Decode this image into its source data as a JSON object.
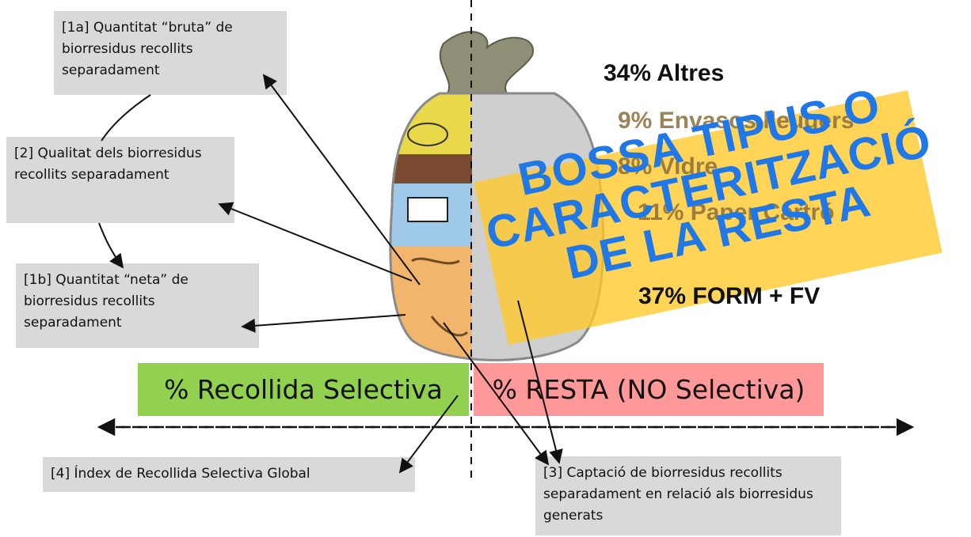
{
  "boxes": {
    "b1a": "[1a] Quantitat “bruta” de biorresidus recollits separadament",
    "b2": "[2] Qualitat dels biorresidus recollits separadament",
    "b1b": "[1b] Quantitat “neta” de biorresidus recollits separadament",
    "b4": "[4] Índex de Recollida Selectiva Global",
    "b3": "[3] Captació de biorresidus recollits separadament en relació als biorresidus generats"
  },
  "composition": {
    "altres": "34% Altres",
    "envasos": "9% Envasos lleugers",
    "vidre": "8% Vidre",
    "paper": "11% Paper Cartró",
    "form": "37% FORM + FV"
  },
  "stamp": {
    "line1": "BOSSA TIPUS O",
    "line2": "CARACTERITZACIÓ",
    "line3": "DE LA RESTA"
  },
  "bars": {
    "selectiva": "% Recollida Selectiva",
    "resta": "% RESTA (NO Selectiva)"
  },
  "colors": {
    "selectiva": "#92d050",
    "resta": "#ff9999",
    "stamp_bg": "#ffc828",
    "stamp_text": "#1f78e6"
  }
}
